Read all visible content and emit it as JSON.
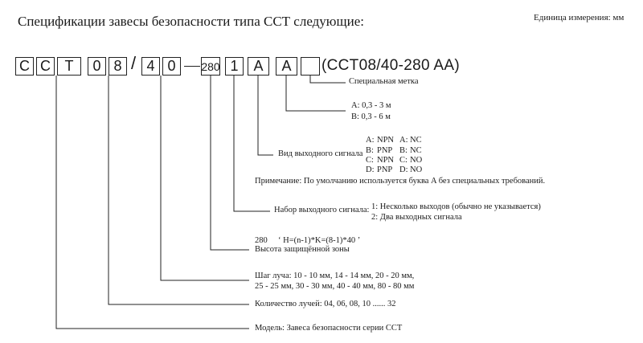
{
  "header": {
    "title": "Спецификации завесы безопасности типа ССТ следующие:",
    "units": "Единица измерения: мм"
  },
  "code": {
    "chars": [
      "C",
      "C",
      "T",
      "0",
      "8",
      "4",
      "0",
      "280",
      "1",
      "A",
      "A",
      ""
    ],
    "slash": "/",
    "full": "(CCT08/40-280 AA)"
  },
  "annotations": {
    "special_mark": "Специальная метка",
    "range_a": "A: 0,3 - 3 м",
    "range_b": "B: 0,3 - 6 м",
    "signal_type_label": "Вид выходного сигнала",
    "signal_types": [
      {
        "code": "A:",
        "type": "NPN",
        "code2": "A:",
        "contact": "NC"
      },
      {
        "code": "B:",
        "type": "PNP",
        "code2": "B:",
        "contact": "NC"
      },
      {
        "code": "C:",
        "type": "NPN",
        "code2": "C:",
        "contact": "NO"
      },
      {
        "code": "D:",
        "type": "PNP",
        "code2": "D:",
        "contact": "NO"
      }
    ],
    "note": "Примечание: По умолчанию используется буква A без специальных требований.",
    "signal_set_label": "Набор выходного сигнала:",
    "signal_set_1": "1: Несколько выходов (обычно не указывается)",
    "signal_set_2": "2: Два выходных сигнала",
    "height_value": "280",
    "height_formula": "‘ H=(n-1)*K=(8-1)*40 ’",
    "height_label": "Высота защищённой зоны",
    "pitch_line1": "Шаг луча: 10 - 10 мм, 14 - 14 мм, 20 - 20 мм,",
    "pitch_line2": "25 - 25 мм, 30 - 30 мм, 40 - 40 мм, 80 - 80 мм",
    "beam_count": "Количество лучей: 04, 06, 08, 10 ...... 32",
    "model": "Модель: Завеса безопасности серии CCT"
  }
}
